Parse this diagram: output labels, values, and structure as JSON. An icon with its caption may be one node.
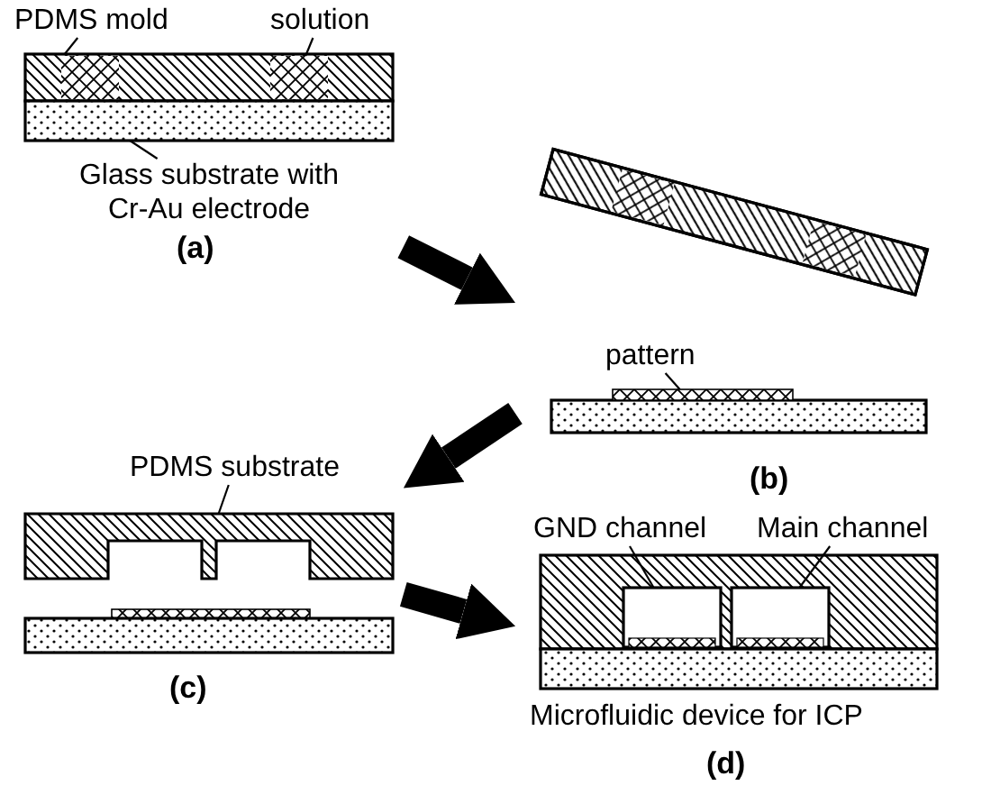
{
  "diagram": {
    "nodes": [
      {
        "text": [
          "(a)"
        ]
      },
      {
        "text": [
          "PDMS mold"
        ],
        "in": 0
      },
      {
        "text": [],
        "shape": "box",
        "in": 0
      },
      {
        "text": [
          "solution"
        ],
        "in": 0
      },
      {
        "text": [],
        "shape": "box",
        "in": 2
      },
      {
        "text": [
          "Glass substrate with Cr-Au electrode"
        ],
        "in": 0
      },
      {
        "text": [],
        "shape": "box",
        "in": 0
      },
      {
        "text": [
          "(b)"
        ]
      },
      {
        "text": [
          "pattern"
        ],
        "in": 7
      },
      {
        "text": [],
        "shape": "box",
        "in": 7
      },
      {
        "text": [
          "(c)"
        ]
      },
      {
        "text": [
          "PDMS substrate"
        ],
        "in": 10
      },
      {
        "text": [],
        "shape": "box",
        "in": 10
      },
      {
        "text": [
          "(d)"
        ]
      },
      {
        "text": [
          "GND channel"
        ],
        "in": 13
      },
      {
        "text": [],
        "shape": "box",
        "in": 13
      },
      {
        "text": [
          "Main channel"
        ],
        "in": 13
      },
      {
        "text": [],
        "shape": "box",
        "in": 13
      },
      {
        "text": [],
        "shape": "box",
        "in": 2
      }
    ],
    "edges": [
      {
        "from": 0,
        "to": 7,
        "arrow": "to",
        "style": "thick"
      },
      {
        "from": 7,
        "to": 10,
        "arrow": "to",
        "style": "thick"
      },
      {
        "from": 10,
        "to": 13,
        "arrow": "to",
        "style": "thick"
      },
      {
        "from": 1,
        "to": 2,
        "arrow": "none"
      },
      {
        "from": 3,
        "to": 18,
        "arrow": "none"
      },
      {
        "from": 5,
        "to": 6,
        "arrow": "none"
      },
      {
        "from": 8,
        "to": 9,
        "arrow": "none"
      },
      {
        "from": 11,
        "to": 12,
        "arrow": "none"
      },
      {
        "from": 14,
        "to": 15,
        "arrow": "none"
      },
      {
        "from": 16,
        "to": 17,
        "arrow": "none"
      }
    ],
    "labels": [
      "Microfluidic device for ICP"
    ]
  }
}
